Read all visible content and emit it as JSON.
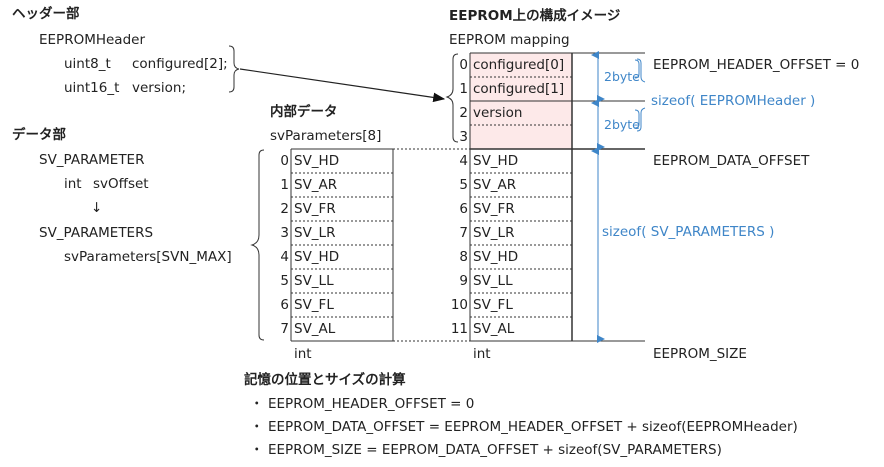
{
  "header_section": {
    "title": "ヘッダー部",
    "struct_name": "EEPROMHeader",
    "fields": [
      {
        "type": "uint8_t",
        "name": "configured[2];"
      },
      {
        "type": "uint16_t",
        "name": "version;"
      }
    ]
  },
  "data_section": {
    "title": "データ部",
    "struct_name": "SV_PARAMETER",
    "field_type": "int",
    "field_name": "svOffset",
    "arrow": "↓",
    "array_struct": "SV_PARAMETERS",
    "array_field": "svParameters[SVN_MAX]"
  },
  "internal": {
    "title": "内部データ",
    "array_label": "svParameters[8]",
    "rows": [
      {
        "index": "0",
        "value": "SV_HD"
      },
      {
        "index": "1",
        "value": "SV_AR"
      },
      {
        "index": "2",
        "value": "SV_FR"
      },
      {
        "index": "3",
        "value": "SV_LR"
      },
      {
        "index": "4",
        "value": "SV_HD"
      },
      {
        "index": "5",
        "value": "SV_LL"
      },
      {
        "index": "6",
        "value": "SV_FL"
      },
      {
        "index": "7",
        "value": "SV_AL"
      }
    ],
    "type_label": "int"
  },
  "eeprom": {
    "title": "EEPROM上の構成イメージ",
    "subtitle": "EEPROM mapping",
    "header_rows": [
      {
        "index": "0",
        "value": "configured[0]"
      },
      {
        "index": "1",
        "value": "configured[1]"
      },
      {
        "index": "2",
        "value": "version"
      },
      {
        "index": "3",
        "value": ""
      }
    ],
    "data_rows": [
      {
        "index": "4",
        "value": "SV_HD"
      },
      {
        "index": "5",
        "value": "SV_AR"
      },
      {
        "index": "6",
        "value": "SV_FR"
      },
      {
        "index": "7",
        "value": "SV_LR"
      },
      {
        "index": "8",
        "value": "SV_HD"
      },
      {
        "index": "9",
        "value": "SV_LL"
      },
      {
        "index": "10",
        "value": "SV_FL"
      },
      {
        "index": "11",
        "value": "SV_AL"
      }
    ],
    "type_label": "int",
    "size_labels": {
      "byte_a": "2byte",
      "byte_b": "2byte",
      "header_size": "sizeof( EEPROMHeader )",
      "data_size": "sizeof( SV_PARAMETERS )"
    },
    "offsets": {
      "header_offset": "EEPROM_HEADER_OFFSET = 0",
      "data_offset": "EEPROM_DATA_OFFSET",
      "size": "EEPROM_SIZE"
    },
    "colors": {
      "header_fill": "#fde9e9",
      "dimension": "#3f86c8"
    }
  },
  "calc": {
    "title": "記憶の位置とサイズの計算",
    "bullet": "・",
    "items": [
      "EEPROM_HEADER_OFFSET = 0",
      "EEPROM_DATA_OFFSET = EEPROM_HEADER_OFFSET + sizeof(EEPROMHeader)",
      "EEPROM_SIZE = EEPROM_DATA_OFFSET + sizeof(SV_PARAMETERS)"
    ]
  }
}
